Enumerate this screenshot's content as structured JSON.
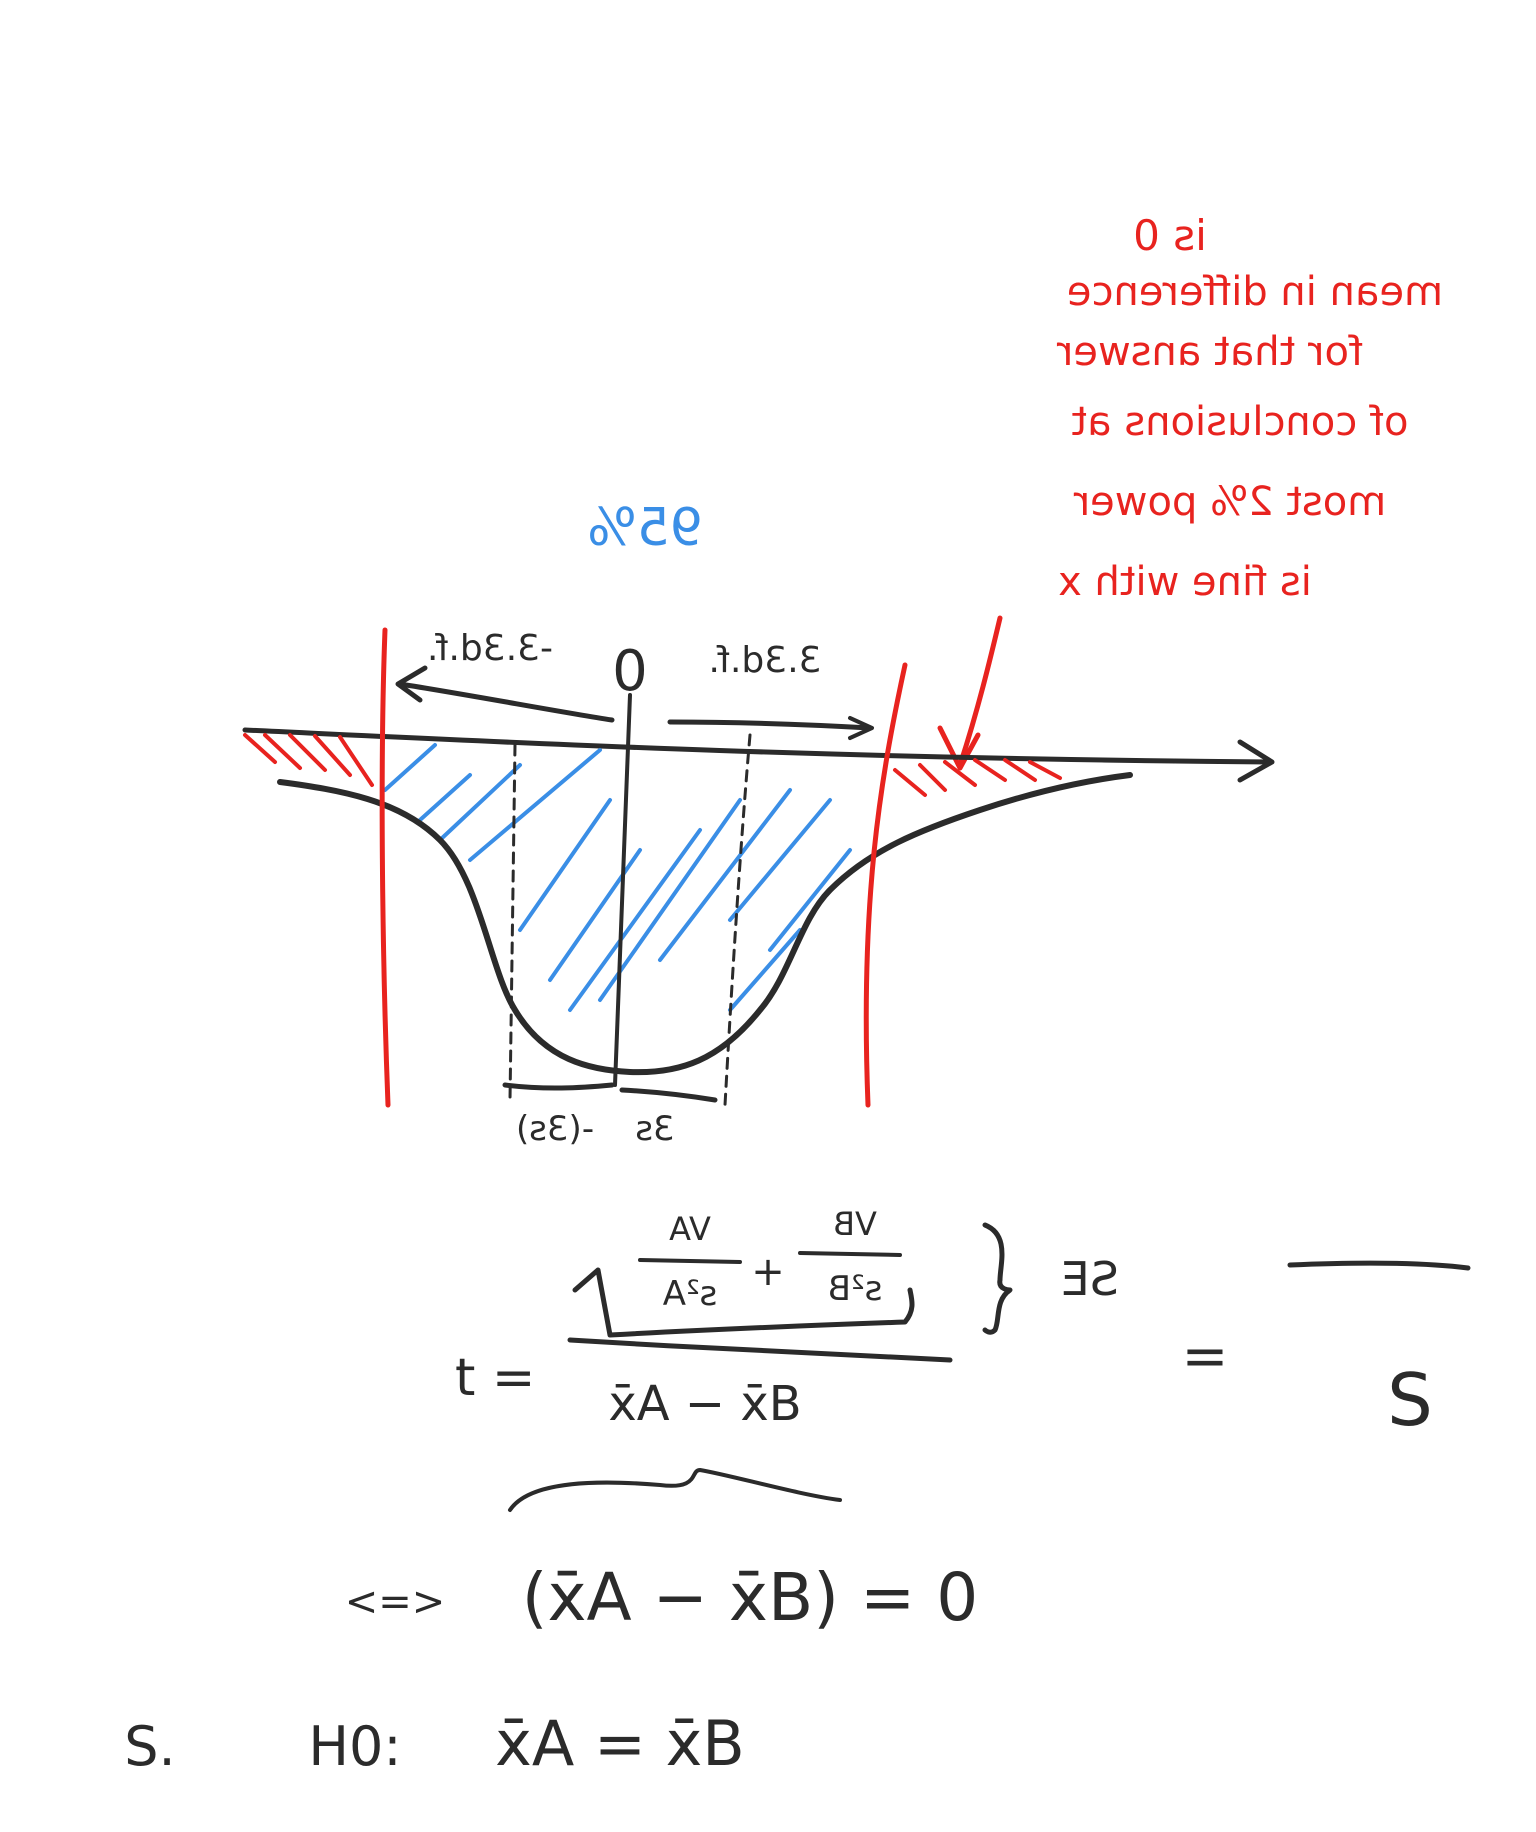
{
  "colors": {
    "ink": "#2b2b2b",
    "red": "#e8231f",
    "blue": "#3a8ee6",
    "background": "#ffffff"
  },
  "sketch": {
    "mirrored_red_note": {
      "lines": [
        "is 0",
        "mean in difference",
        "for that answer",
        "of conclusions at",
        "most 2% power",
        "is fine with x"
      ]
    },
    "blue_label": "95%",
    "left_bracket_label": "-3.3d.f.",
    "right_bracket_label": "3.3d.f.",
    "zero_label": "0",
    "bottom_left_label": "-(3s)",
    "bottom_right_label": "3s"
  },
  "formula": {
    "lhs": "t =",
    "numerator": "x̄A − x̄B",
    "den_term1_num": "VA",
    "den_term1_den": "s²A",
    "den_term2_num": "VB",
    "den_term2_den": "s²B",
    "plus": "+",
    "brace_label": "SE",
    "equals": "=",
    "rhs_denominator": "S"
  },
  "equivalence": {
    "arrow": "<=>",
    "expression": "(x̄A − x̄B) = 0"
  },
  "hypothesis": {
    "prefix": "S.",
    "label": "H0:",
    "expression": "x̄A = x̄B"
  }
}
